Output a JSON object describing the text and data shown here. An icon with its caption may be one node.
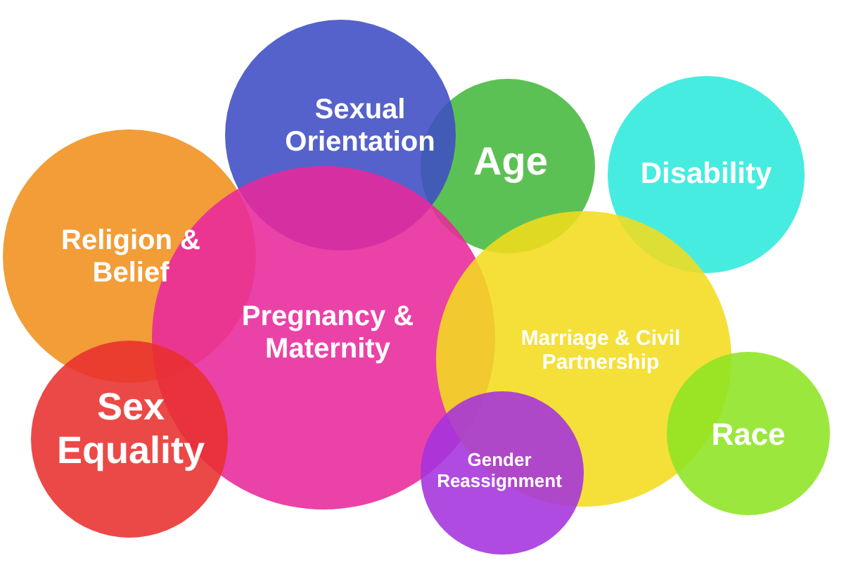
{
  "diagram": {
    "nodes": [
      {
        "text": [
          "Sexual Orientation"
        ]
      },
      {
        "text": [
          "Age"
        ]
      },
      {
        "text": [
          "Disability"
        ]
      },
      {
        "text": [
          "Religion & Belief"
        ]
      },
      {
        "text": [
          "Pregnancy & Maternity"
        ]
      },
      {
        "text": [
          "Marriage & Civil Partnership"
        ]
      },
      {
        "text": [
          "Race"
        ]
      },
      {
        "text": [
          "Sex Equality"
        ]
      },
      {
        "text": [
          "Gender Reassignment"
        ]
      }
    ]
  }
}
